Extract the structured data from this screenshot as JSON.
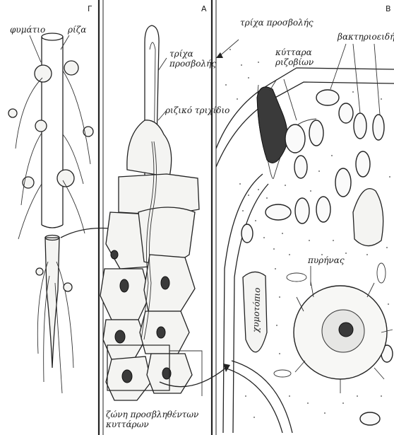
{
  "panels": {
    "left": "Γ",
    "middle": "Α",
    "right": "Β"
  },
  "labels": {
    "nodule": "φυμάτιο",
    "root": "ρίζα",
    "hair_mid": "τρίχα\nπροσβολής",
    "root_hair": "ριζικό τριχίδιο",
    "hair_right": "τρίχα προσβολής",
    "rhizobia_cells": "κύτταρα\nριζοβίων",
    "bacteroids": "βακτηριοειδή",
    "nucleus": "πυρήνας",
    "vacuole": "χυμοτόπιο",
    "infected_zone": "ζώνη προσβληθέντων\nκυττάρων"
  },
  "colors": {
    "ink": "#222222",
    "paper": "#ffffff",
    "cell_fill": "#f4f4f2"
  }
}
